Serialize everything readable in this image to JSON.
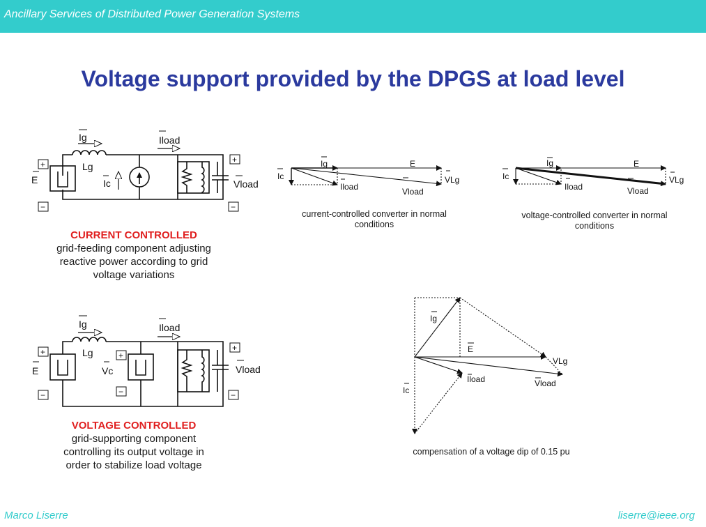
{
  "header": {
    "text": "Ancillary Services of Distributed Power Generation Systems"
  },
  "title": "Voltage support provided by the DPGS at load level",
  "colors": {
    "header_bar": "#33cccc",
    "title": "#2b3a9e",
    "caption_title": "#e02020"
  },
  "circuit1": {
    "labels": {
      "ig": "Ig",
      "lg": "Lg",
      "iload": "Iload",
      "e": "E",
      "ic": "Ic",
      "vload": "Vload",
      "plus_source": "+",
      "minus_source": "−",
      "plus_load": "+",
      "minus_load": "−"
    },
    "caption_title": "CURRENT CONTROLLED",
    "caption_lines": [
      "grid-feeding component adjusting",
      "reactive power according to grid",
      "voltage variations"
    ]
  },
  "circuit2": {
    "labels": {
      "ig": "Ig",
      "lg": "Lg",
      "iload": "Iload",
      "e": "E",
      "vc": "Vc",
      "vload": "Vload",
      "plus_source": "+",
      "minus_source": "−",
      "plus_conv": "+",
      "minus_conv": "−",
      "plus_load": "+",
      "minus_load": "−"
    },
    "caption_title": "VOLTAGE CONTROLLED",
    "caption_lines": [
      "grid-supporting component",
      "controlling its output voltage in",
      "order to stabilize load voltage"
    ]
  },
  "phasor1": {
    "labels": {
      "ic": "Ic",
      "ig": "Ig",
      "e": "E",
      "vlg": "VLg",
      "iload": "Iload",
      "vload": "Vload"
    },
    "caption_lines": [
      "current-controlled converter in normal",
      "conditions"
    ]
  },
  "phasor2": {
    "labels": {
      "ic": "Ic",
      "ig": "Ig",
      "e": "E",
      "vlg": "VLg",
      "iload": "Iload",
      "vload": "Vload"
    },
    "caption_lines": [
      "voltage-controlled converter in normal",
      "conditions"
    ]
  },
  "phasor3": {
    "labels": {
      "ig": "Ig",
      "e": "E",
      "vlg": "VLg",
      "ic": "Ic",
      "iload": "Iload",
      "vload": "Vload"
    },
    "caption": "compensation of a voltage dip of 0.15 pu"
  },
  "footer": {
    "author": "Marco Liserre",
    "email": "liserre@ieee.org"
  }
}
